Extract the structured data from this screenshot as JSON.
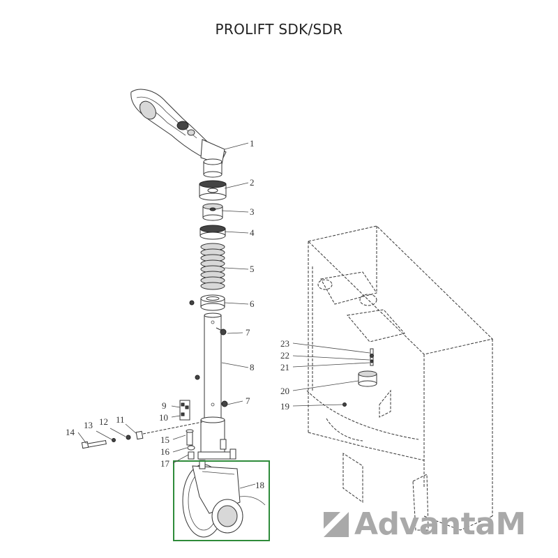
{
  "title": "PROLIFT SDK/SDR",
  "watermark": {
    "text": "AdvantaM"
  },
  "highlight_color": "#2e8b3a",
  "part_labels": [
    "1",
    "2",
    "3",
    "4",
    "5",
    "6",
    "7",
    "8",
    "7",
    "9",
    "10",
    "11",
    "12",
    "13",
    "14",
    "15",
    "16",
    "17",
    "18",
    "19",
    "20",
    "21",
    "22",
    "23"
  ]
}
